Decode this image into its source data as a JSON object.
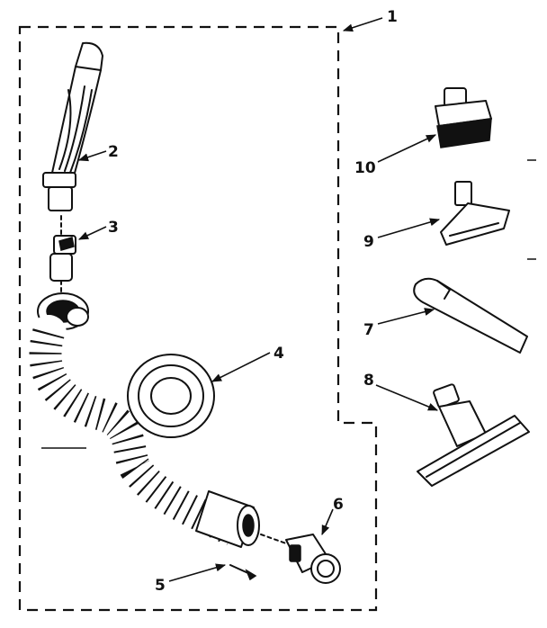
{
  "callouts": {
    "c1": "1",
    "c2": "2",
    "c3": "3",
    "c4": "4",
    "c5": "5",
    "c6": "6",
    "c7": "7",
    "c8": "8",
    "c9": "9",
    "c10": "10"
  },
  "parts": [
    {
      "ref": "1",
      "name": "kit-outline"
    },
    {
      "ref": "2",
      "name": "wand-tube"
    },
    {
      "ref": "3",
      "name": "swivel-connector"
    },
    {
      "ref": "4",
      "name": "flexible-hose"
    },
    {
      "ref": "5",
      "name": "pin"
    },
    {
      "ref": "6",
      "name": "hose-end-fitting"
    },
    {
      "ref": "7",
      "name": "crevice-tool"
    },
    {
      "ref": "8",
      "name": "floor-brush"
    },
    {
      "ref": "9",
      "name": "upholstery-nozzle"
    },
    {
      "ref": "10",
      "name": "dusting-brush"
    }
  ]
}
